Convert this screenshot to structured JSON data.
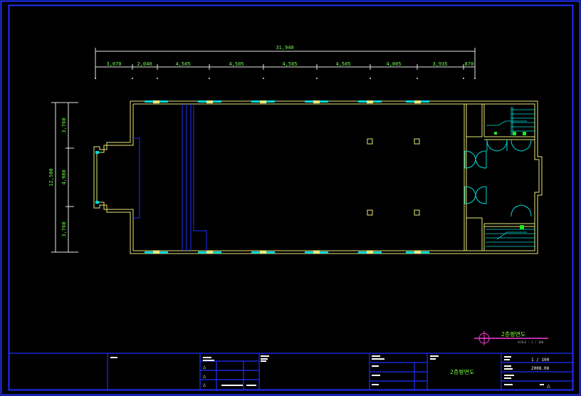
{
  "colors": {
    "frame": "#1f2fff",
    "wall": "#e8e87a",
    "dim": "#e6e6e6",
    "dim_text": "#6cff4a",
    "window": "#00d8d8",
    "inner_blue": "#1f2fff",
    "magenta": "#ff3ad9",
    "green_text": "#7cff3a",
    "white_block": "#ffffff"
  },
  "dimensions": {
    "overall": "31,940",
    "horizontal": [
      "3,070",
      "2,040",
      "4,505",
      "4,505",
      "4,505",
      "4,505",
      "4,005",
      "3,935",
      "870"
    ],
    "vertical_total": "12,500",
    "vertical": [
      "3,760",
      "4,980",
      "3,760"
    ]
  },
  "drawing_title": {
    "label": "2층평면도",
    "scale": "SCALE : 1 / 100"
  },
  "title_block": {
    "revision_marks": [
      "△",
      "△",
      "△"
    ],
    "sheet_title": "2층평면도",
    "scale_value": "1 / 100",
    "date": "2008.08",
    "rev_mark": "△"
  }
}
